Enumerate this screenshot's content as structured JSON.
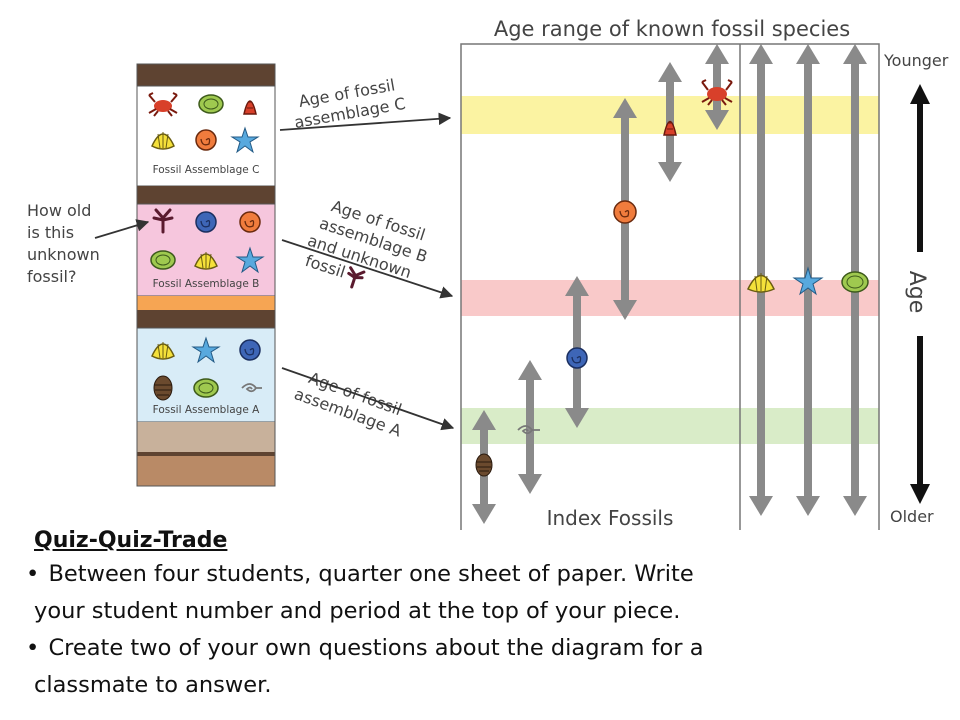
{
  "diagram": {
    "chart_title": "Age range of known fossil species",
    "younger_label": "Younger",
    "older_label": "Older",
    "age_label": "Age",
    "index_fossils_label": "Index Fossils",
    "question_lines": [
      "How old",
      "is this",
      "unknown",
      "fossil?"
    ],
    "label_c_lines": [
      "Age of fossil",
      "assemblage C"
    ],
    "label_b_lines": [
      "Age of fossil",
      "assemblage B",
      "and unknown",
      "fossil"
    ],
    "label_a_lines": [
      "Age of fossil",
      "assemblage A"
    ],
    "assemblage_c": "Fossil Assemblage C",
    "assemblage_b": "Fossil Assemblage B",
    "assemblage_a": "Fossil Assemblage A",
    "band_colors": {
      "c": "#fbf3a2",
      "b": "#f9c9c9",
      "a": "#d9ecc8"
    },
    "layer_colors": {
      "dark_brown": "#5e4331",
      "pink": "#f6c6dd",
      "orange": "#f6a553",
      "blue": "#d8ecf7",
      "tan": "#c8b19b",
      "mid_brown": "#b98a66",
      "assemblage_c_fill": "#fff"
    }
  },
  "quiz": {
    "title": "Quiz-Quiz-Trade",
    "bullets": [
      [
        "Between four students, quarter one sheet of paper.  Write",
        "your student number and period at the top of your piece."
      ],
      [
        "Create two of your own questions about the diagram for a",
        "classmate to answer."
      ]
    ]
  }
}
